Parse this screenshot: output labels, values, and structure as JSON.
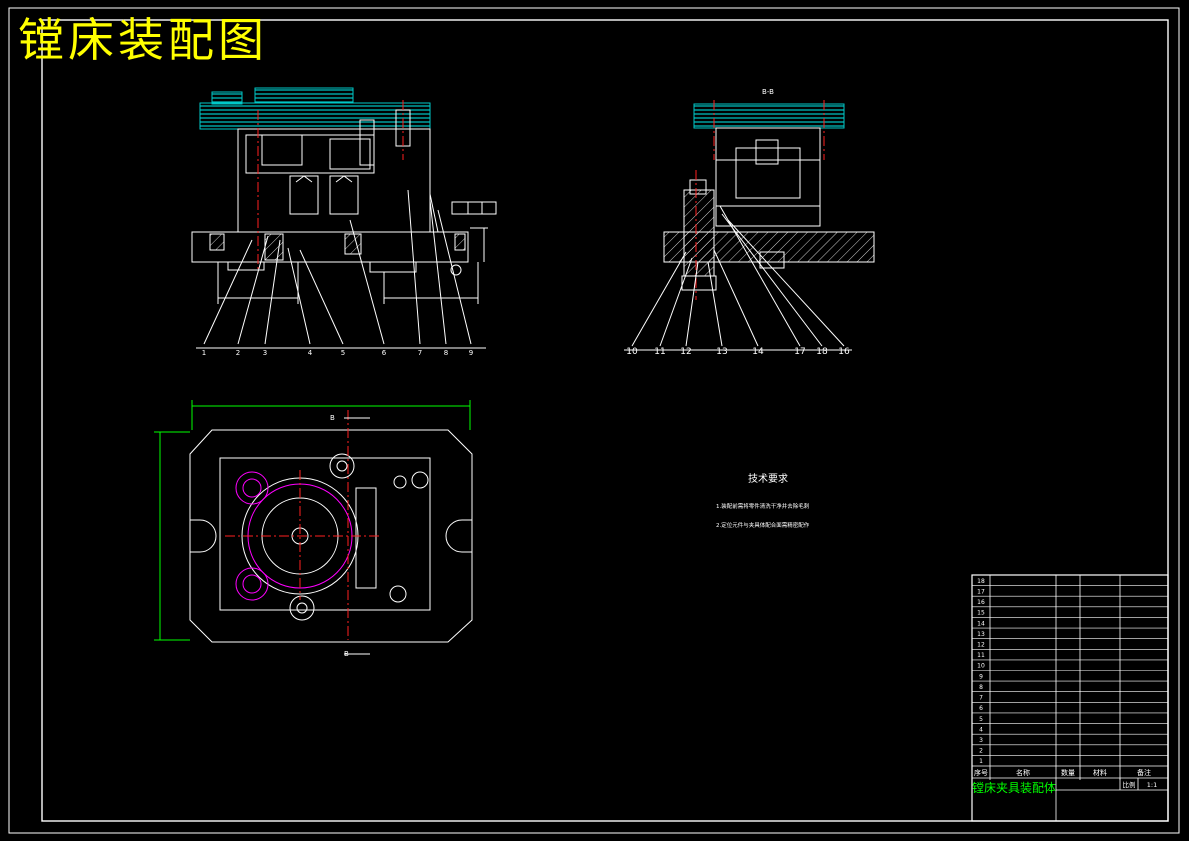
{
  "title": "镗床装配图",
  "colors": {
    "background": "#000000",
    "line": "#ffffff",
    "hatch": "#00c8c8",
    "centerline": "#ff2020",
    "highlight": "#ff00ff",
    "dimension": "#00ff00",
    "title_text": "#ffff00"
  },
  "views": {
    "section_label": "B-B",
    "cut_markers": [
      "B",
      "B"
    ]
  },
  "front_view_balloons": [
    "1",
    "2",
    "3",
    "4",
    "5",
    "6",
    "7",
    "8",
    "9"
  ],
  "side_view_balloons": [
    "10",
    "11",
    "12",
    "13",
    "14",
    "17",
    "18",
    "16"
  ],
  "technical_requirements": {
    "heading": "技术要求",
    "items": [
      "1.装配前需将零件清洗干净并去除毛刺",
      "2.定位元件与夹具体配合面需精密配作"
    ]
  },
  "title_block": {
    "drawing_name": "镗床夹具装配体",
    "header": [
      "序号",
      "名称",
      "数量",
      "材料",
      "备注"
    ],
    "scale_label": "比例",
    "scale": "1:1",
    "rows": [
      [
        "18",
        "",
        "",
        "",
        ""
      ],
      [
        "17",
        "",
        "",
        "",
        ""
      ],
      [
        "16",
        "",
        "",
        "",
        ""
      ],
      [
        "15",
        "",
        "",
        "",
        ""
      ],
      [
        "14",
        "",
        "",
        "",
        ""
      ],
      [
        "13",
        "",
        "",
        "",
        ""
      ],
      [
        "12",
        "",
        "",
        "",
        ""
      ],
      [
        "11",
        "",
        "",
        "",
        ""
      ],
      [
        "10",
        "",
        "",
        "",
        ""
      ],
      [
        "9",
        "",
        "",
        "",
        ""
      ],
      [
        "8",
        "",
        "",
        "",
        ""
      ],
      [
        "7",
        "",
        "",
        "",
        ""
      ],
      [
        "6",
        "",
        "",
        "",
        ""
      ],
      [
        "5",
        "",
        "",
        "",
        ""
      ],
      [
        "4",
        "",
        "",
        "",
        ""
      ],
      [
        "3",
        "",
        "",
        "",
        ""
      ],
      [
        "2",
        "",
        "",
        "",
        ""
      ],
      [
        "1",
        "",
        "",
        "",
        ""
      ]
    ]
  }
}
